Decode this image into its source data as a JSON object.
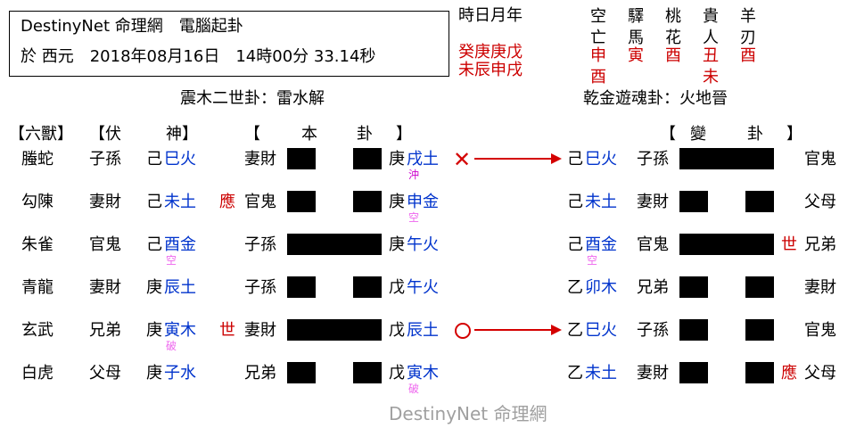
{
  "header": {
    "line1": "DestinyNet 命理網　電腦起卦",
    "line2": "於 西元　2018年08月16日　14時00分 33.14秒"
  },
  "pillars": {
    "label": "時日月年",
    "stems": "癸庚庚戊",
    "branches": "未辰申戌"
  },
  "shensha": {
    "cols": [
      {
        "name": "空亡",
        "vals": [
          "申",
          "酉"
        ]
      },
      {
        "name": "驛馬",
        "vals": [
          "寅"
        ]
      },
      {
        "name": "桃花",
        "vals": [
          "酉"
        ]
      },
      {
        "name": "貴人",
        "vals": [
          "丑",
          "未"
        ]
      },
      {
        "name": "羊刃",
        "vals": [
          "酉"
        ]
      }
    ]
  },
  "titles": {
    "main": "震木二世卦：雷水解",
    "changed": "乾金遊魂卦：火地晉"
  },
  "headers": {
    "liushou": "【六獸】",
    "fu": "【伏",
    "shen": "神】",
    "ben_open": "【",
    "ben": "本",
    "gua": "卦",
    "ben_close": "】",
    "bian_open": "【",
    "bian": "變",
    "bian_gua": "卦",
    "bian_close": "】"
  },
  "rows": [
    {
      "beast": "螣蛇",
      "fu_rel": "子孫",
      "fu_stem": "己",
      "fu_branch": "巳火",
      "fu_note": "",
      "shi": "",
      "rel": "妻財",
      "yao": "yin",
      "stem": "庚",
      "branch": "戌土",
      "note": "沖",
      "mark": "cross",
      "c_stem": "己",
      "c_branch": "巳火",
      "c_note": "",
      "c_rel": "子孫",
      "c_yao": "yang",
      "c_shi": "",
      "c_rel2": "官鬼"
    },
    {
      "beast": "勾陳",
      "fu_rel": "妻財",
      "fu_stem": "己",
      "fu_branch": "未土",
      "fu_note": "",
      "shi": "應",
      "rel": "官鬼",
      "yao": "yin",
      "stem": "庚",
      "branch": "申金",
      "note": "空",
      "mark": "",
      "c_stem": "己",
      "c_branch": "未土",
      "c_note": "",
      "c_rel": "妻財",
      "c_yao": "yin",
      "c_shi": "",
      "c_rel2": "父母"
    },
    {
      "beast": "朱雀",
      "fu_rel": "官鬼",
      "fu_stem": "己",
      "fu_branch": "酉金",
      "fu_note": "空",
      "shi": "",
      "rel": "子孫",
      "yao": "yang",
      "stem": "庚",
      "branch": "午火",
      "note": "",
      "mark": "",
      "c_stem": "己",
      "c_branch": "酉金",
      "c_note": "空",
      "c_rel": "官鬼",
      "c_yao": "yang",
      "c_shi": "世",
      "c_rel2": "兄弟"
    },
    {
      "beast": "青龍",
      "fu_rel": "妻財",
      "fu_stem": "庚",
      "fu_branch": "辰土",
      "fu_note": "",
      "shi": "",
      "rel": "子孫",
      "yao": "yin",
      "stem": "戊",
      "branch": "午火",
      "note": "",
      "mark": "",
      "c_stem": "乙",
      "c_branch": "卯木",
      "c_note": "",
      "c_rel": "兄弟",
      "c_yao": "yin",
      "c_shi": "",
      "c_rel2": "妻財"
    },
    {
      "beast": "玄武",
      "fu_rel": "兄弟",
      "fu_stem": "庚",
      "fu_branch": "寅木",
      "fu_note": "破",
      "shi": "世",
      "rel": "妻財",
      "yao": "yang",
      "stem": "戊",
      "branch": "辰土",
      "note": "",
      "mark": "circle",
      "c_stem": "乙",
      "c_branch": "巳火",
      "c_note": "",
      "c_rel": "子孫",
      "c_yao": "yin",
      "c_shi": "",
      "c_rel2": "官鬼"
    },
    {
      "beast": "白虎",
      "fu_rel": "父母",
      "fu_stem": "庚",
      "fu_branch": "子水",
      "fu_note": "",
      "shi": "",
      "rel": "兄弟",
      "yao": "yin",
      "stem": "戊",
      "branch": "寅木",
      "note": "破",
      "mark": "",
      "c_stem": "乙",
      "c_branch": "未土",
      "c_note": "",
      "c_rel": "妻財",
      "c_yao": "yin",
      "c_shi": "應",
      "c_rel2": "父母"
    }
  ],
  "watermark": "DestinyNet 命理網",
  "colors": {
    "red": "#cc0000",
    "blue": "#0033cc",
    "magenta": "#cc00cc",
    "gray": "#a0a0a0"
  }
}
